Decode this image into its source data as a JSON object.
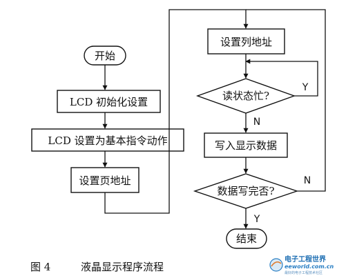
{
  "nodes": {
    "start": "开始",
    "lcd_init": "LCD 初始化设置",
    "lcd_basic": "LCD 设置为基本指令动作",
    "set_page": "设置页地址",
    "set_column": "设置列地址",
    "read_busy": "读状态忙?",
    "write_data": "写入显示数据",
    "data_done": "数据写完否?",
    "end": "结束"
  },
  "edges": {
    "busy_yes": "Y",
    "busy_no": "N",
    "done_no": "N",
    "done_yes": "Y"
  },
  "caption": {
    "fig_no": "图 4",
    "title": "液晶显示程序流程"
  },
  "watermark": {
    "brand": "电子工程世界",
    "site": "eeworld.com.cn",
    "slogan": "最好的电子工程技术社区"
  }
}
